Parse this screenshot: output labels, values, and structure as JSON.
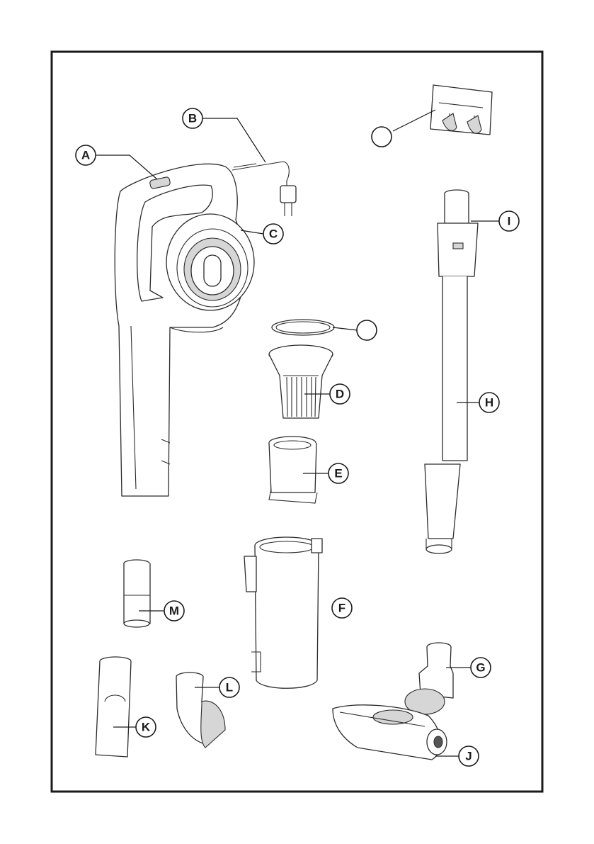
{
  "diagram": {
    "labels": [
      {
        "id": "A",
        "text": "A"
      },
      {
        "id": "B",
        "text": "B"
      },
      {
        "id": "C",
        "text": "C"
      },
      {
        "id": "D",
        "text": "D"
      },
      {
        "id": "E",
        "text": "E"
      },
      {
        "id": "F",
        "text": "F"
      },
      {
        "id": "G",
        "text": "G"
      },
      {
        "id": "H",
        "text": "H"
      },
      {
        "id": "I",
        "text": "I"
      },
      {
        "id": "J",
        "text": "J"
      },
      {
        "id": "K",
        "text": "K"
      },
      {
        "id": "L",
        "text": "L"
      },
      {
        "id": "M",
        "text": "M"
      },
      {
        "id": "blank1",
        "text": ""
      },
      {
        "id": "blank2",
        "text": ""
      }
    ],
    "colors": {
      "line": "#2b2b2b",
      "frame": "#1a1a1a",
      "background": "#ffffff"
    }
  }
}
